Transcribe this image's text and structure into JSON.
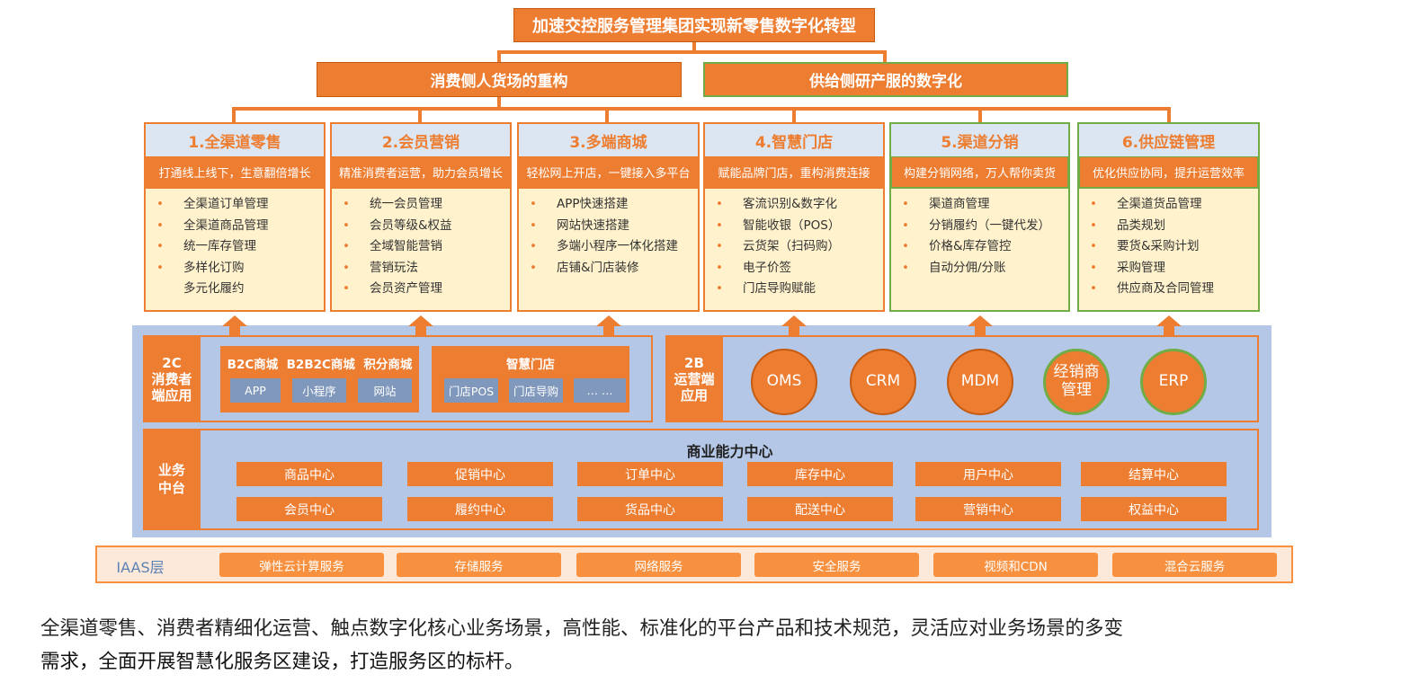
{
  "title": "加速交控服务管理集团实现新零售数字化转型",
  "left_branch": "消费侧人货场的重构",
  "right_branch": "供给侧研产服的数字化",
  "columns": [
    {
      "title": "1.全渠道零售",
      "subtitle": "打通线上线下，生意翻倍增长",
      "items": [
        "全渠道订单管理",
        "全渠道商品管理",
        "统一库存管理",
        "多样化订购"
      ],
      "extra": "多元化履约",
      "green": false
    },
    {
      "title": "2.会员营销",
      "subtitle": "精准消费者运营，助力会员增长",
      "items": [
        "统一会员管理",
        "会员等级&权益",
        "全域智能营销",
        "营销玩法",
        "会员资产管理"
      ],
      "green": false
    },
    {
      "title": "3.多端商城",
      "subtitle": "轻松网上开店，一键接入多平台",
      "items": [
        "APP快速搭建",
        "网站快速搭建",
        "多端小程序一体化搭建",
        "店铺&门店装修"
      ],
      "green": false
    },
    {
      "title": "4.智慧门店",
      "subtitle": "赋能品牌门店，重构消费连接",
      "items": [
        "客流识别&数字化",
        "智能收银（POS）",
        "云货架（扫码购）",
        "电子价签",
        "门店导购赋能"
      ],
      "green": false
    },
    {
      "title": "5.渠道分销",
      "subtitle": "构建分销网络，万人帮你卖货",
      "items": [
        "渠道商管理",
        "分销履约（一键代发）",
        "价格&库存管控",
        "自动分佣/分账"
      ],
      "green": true
    },
    {
      "title": "6.供应链管理",
      "subtitle": "优化供应协同，提升运营效率",
      "items": [
        "全渠道货品管理",
        "品类规划",
        "要货&采购计划",
        "采购管理",
        "供应商及合同管理"
      ],
      "green": true
    }
  ],
  "c2": {
    "label": "2C\n消费者\n端应用",
    "mall_title": "B2C商城  B2B2C商城  积分商城",
    "mall_tags": [
      "APP",
      "小程序",
      "网站"
    ],
    "store_title": "智慧门店",
    "store_tags": [
      "门店POS",
      "门店导购",
      "… …"
    ]
  },
  "b2": {
    "label": "2B\n运营端\n应用",
    "circles": [
      {
        "label": "OMS",
        "green": false
      },
      {
        "label": "CRM",
        "green": false
      },
      {
        "label": "MDM",
        "green": false
      },
      {
        "label": "经销商\n管理",
        "green": true
      },
      {
        "label": "ERP",
        "green": true
      }
    ]
  },
  "middle": {
    "label": "业务\n中台",
    "title": "商业能力中心",
    "row1": [
      "商品中心",
      "促销中心",
      "订单中心",
      "库存中心",
      "用户中心",
      "结算中心"
    ],
    "row2": [
      "会员中心",
      "履约中心",
      "货品中心",
      "配送中心",
      "营销中心",
      "权益中心"
    ]
  },
  "iaas": {
    "label": "IAAS层",
    "items": [
      "弹性云计算服务",
      "存储服务",
      "网络服务",
      "安全服务",
      "视频和CDN",
      "混合云服务"
    ]
  },
  "caption_line1": "全渠道零售、消费者精细化运营、触点数字化核心业务场景，高性能、标准化的平台产品和技术规范，灵活应对业务场景的多变",
  "caption_line2a": "需求，",
  "caption_line2b": "全面开展智慧化服务区建设，打造服务区的标杆。",
  "colors": {
    "orange": "#ED7D31",
    "light_blue": "#DCE6F2",
    "cream": "#FFF2CC",
    "green": "#70AD47",
    "platform": "#B4C7E7"
  }
}
